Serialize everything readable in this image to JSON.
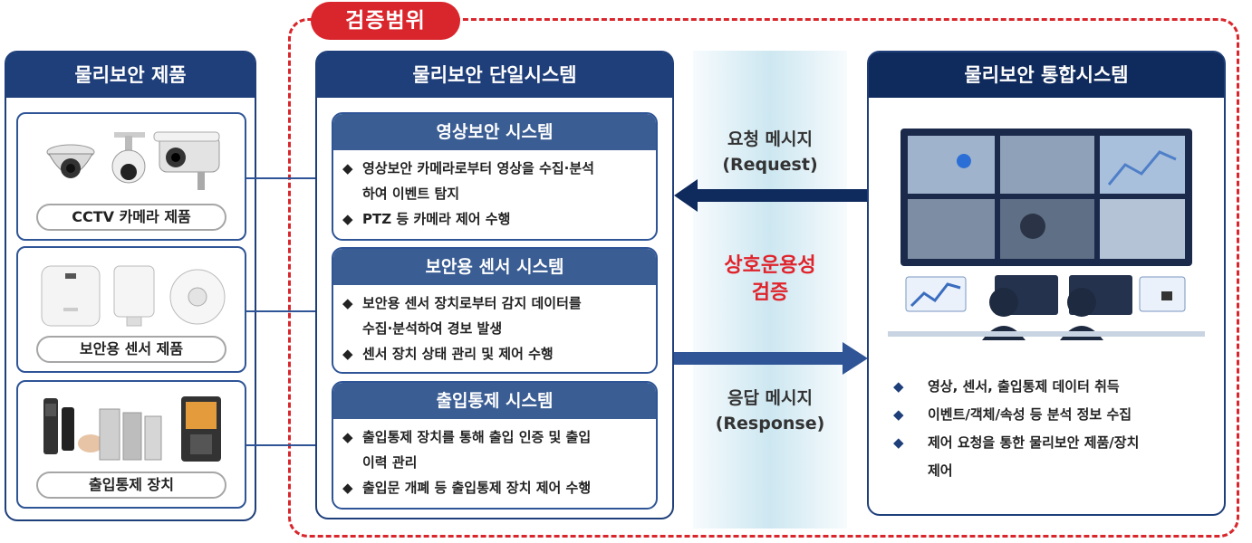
{
  "scope_label": "검증범위",
  "left_panel": {
    "title": "물리보안 제품",
    "products": [
      {
        "label": "CCTV 카메라 제품"
      },
      {
        "label": "보안용 센서 제품"
      },
      {
        "label": "출입통제 장치"
      }
    ]
  },
  "mid_panel": {
    "title": "물리보안 단일시스템",
    "bullet": "◆",
    "systems": [
      {
        "title": "영상보안 시스템",
        "items": [
          "영상보안 카메라로부터 영상을 수집·분석",
          "하여 이벤트 탐지",
          "PTZ 등 카메라 제어 수행"
        ],
        "bullets": [
          true,
          false,
          true
        ]
      },
      {
        "title": "보안용 센서 시스템",
        "items": [
          "보안용 센서 장치로부터 감지 데이터를",
          "수집·분석하여 경보 발생",
          "센서 장치 상태 관리 및 제어 수행"
        ],
        "bullets": [
          true,
          false,
          true
        ]
      },
      {
        "title": "출입통제 시스템",
        "items": [
          "출입통제 장치를 통해 출입 인증 및 출입",
          "이력 관리",
          "출입문 개폐 등 출입통제 장치 제어 수행"
        ],
        "bullets": [
          true,
          false,
          true
        ]
      }
    ]
  },
  "center": {
    "request_line1": "요청 메시지",
    "request_line2": "(Request)",
    "interop_line1": "상호운용성",
    "interop_line2": "검증",
    "response_line1": "응답 메시지",
    "response_line2": "(Response)"
  },
  "right_panel": {
    "title": "물리보안 통합시스템",
    "bullet": "◆",
    "items": [
      "영상, 센서, 출입통제 데이터 취득",
      "이벤트/객체/속성 등 분석 정보 수집",
      "제어 요청을 통한 물리보안 제품/장치",
      "제어"
    ],
    "bullets": [
      true,
      true,
      true,
      false
    ]
  },
  "colors": {
    "navy": "#1f3f7a",
    "header_dark": "#0f2a5c",
    "accent_red": "#d9262c",
    "arrow_request": "#0f2a5c",
    "arrow_response": "#2f5597"
  }
}
